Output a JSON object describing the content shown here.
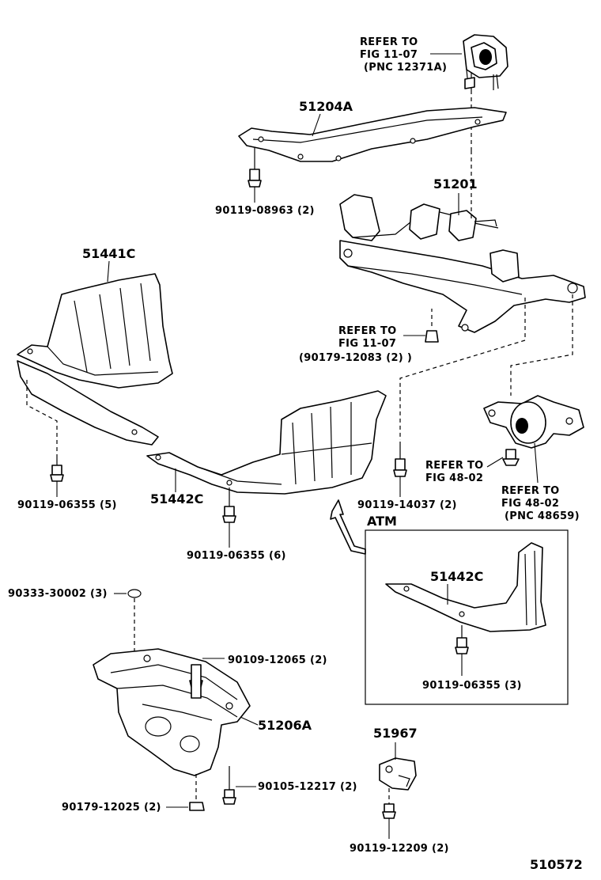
{
  "figure_number": "510572",
  "atm_box_label": "ATM",
  "refer_notes": {
    "engine_mount": [
      "REFER TO",
      "FIG 11-07",
      "(PNC 12371A)"
    ],
    "bolt_11_07": [
      "REFER TO",
      "FIG 11-07",
      "(90179-12083 (2) )"
    ],
    "bushing_upper": [
      "REFER TO",
      "FIG 48-02"
    ],
    "bushing_lower": [
      "REFER TO",
      "FIG 48-02",
      "(PNC 48659)"
    ]
  },
  "parts": {
    "p51204A": "51204A",
    "p90119_08963": "90119-08963 (2)",
    "p51201": "51201",
    "p51441C": "51441C",
    "p90119_06355_5": "90119-06355 (5)",
    "p51442C": "51442C",
    "p90119_06355_6": "90119-06355 (6)",
    "p90119_14037": "90119-14037 (2)",
    "p51442C_atm": "51442C",
    "p90119_06355_3": "90119-06355 (3)",
    "p90333_30002": "90333-30002 (3)",
    "p90109_12065": "90109-12065 (2)",
    "p51206A": "51206A",
    "p90105_12217": "90105-12217 (2)",
    "p90179_12025": "90179-12025 (2)",
    "p51967": "51967",
    "p90119_12209": "90119-12209 (2)"
  }
}
